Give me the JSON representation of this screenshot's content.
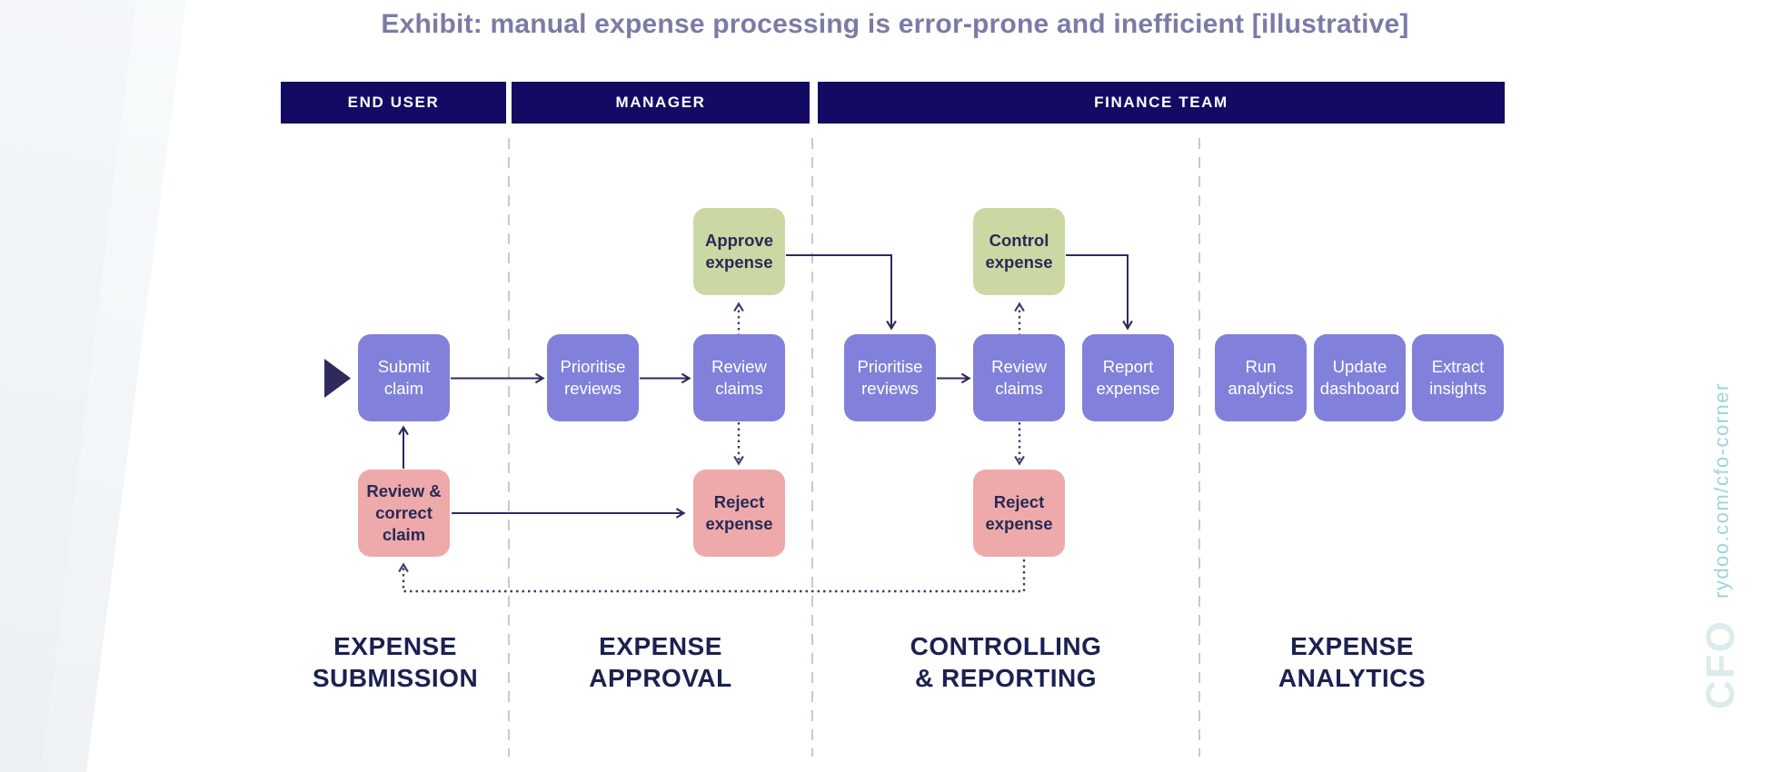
{
  "title": "Exhibit: manual expense processing is error-prone and inefficient [illustrative]",
  "lanes": [
    {
      "label": "END USER"
    },
    {
      "label": "MANAGER"
    },
    {
      "label": "FINANCE TEAM"
    }
  ],
  "nodes": {
    "submit_claim": {
      "label": "Submit claim",
      "kind": "action"
    },
    "prioritise_reviews_mgr": {
      "label": "Prioritise reviews",
      "kind": "action"
    },
    "review_claims_mgr": {
      "label": "Review claims",
      "kind": "action"
    },
    "approve_expense": {
      "label": "Approve expense",
      "kind": "positive-outcome"
    },
    "reject_expense_mgr": {
      "label": "Reject expense",
      "kind": "negative-outcome"
    },
    "review_correct_claim": {
      "label": "Review & correct claim",
      "kind": "negative-outcome"
    },
    "prioritise_reviews_fin": {
      "label": "Prioritise reviews",
      "kind": "action"
    },
    "review_claims_fin": {
      "label": "Review claims",
      "kind": "action"
    },
    "control_expense": {
      "label": "Control expense",
      "kind": "positive-outcome"
    },
    "reject_expense_fin": {
      "label": "Reject expense",
      "kind": "negative-outcome"
    },
    "report_expense": {
      "label": "Report expense",
      "kind": "action"
    },
    "run_analytics": {
      "label": "Run analytics",
      "kind": "action"
    },
    "update_dashboard": {
      "label": "Update dashboard",
      "kind": "action"
    },
    "extract_insights": {
      "label": "Extract insights",
      "kind": "action"
    }
  },
  "sections": [
    {
      "line1": "EXPENSE",
      "line2": "SUBMISSION"
    },
    {
      "line1": "EXPENSE",
      "line2": "APPROVAL"
    },
    {
      "line1": "CONTROLLING",
      "line2": "& REPORTING"
    },
    {
      "line1": "EXPENSE",
      "line2": "ANALYTICS"
    }
  ],
  "watermark": {
    "url_text": "rydoo.com/cfo-corner",
    "logo_text": "CFO"
  },
  "colors": {
    "title-color": "#7b7ba6",
    "lane-navy": "#130b63",
    "box-purple": "#8181db",
    "box-green": "#cbd8a3",
    "box-pink": "#eea9ab",
    "node-text-dark": "#272a55",
    "line-navy": "#2e2a5c",
    "dotted-navy": "#3c3f6e",
    "divider-gray": "#c6c8d6",
    "section-navy": "#1b2150",
    "watermark-teal": "#9ed5d8",
    "watermark-logo": "#dcebec"
  }
}
